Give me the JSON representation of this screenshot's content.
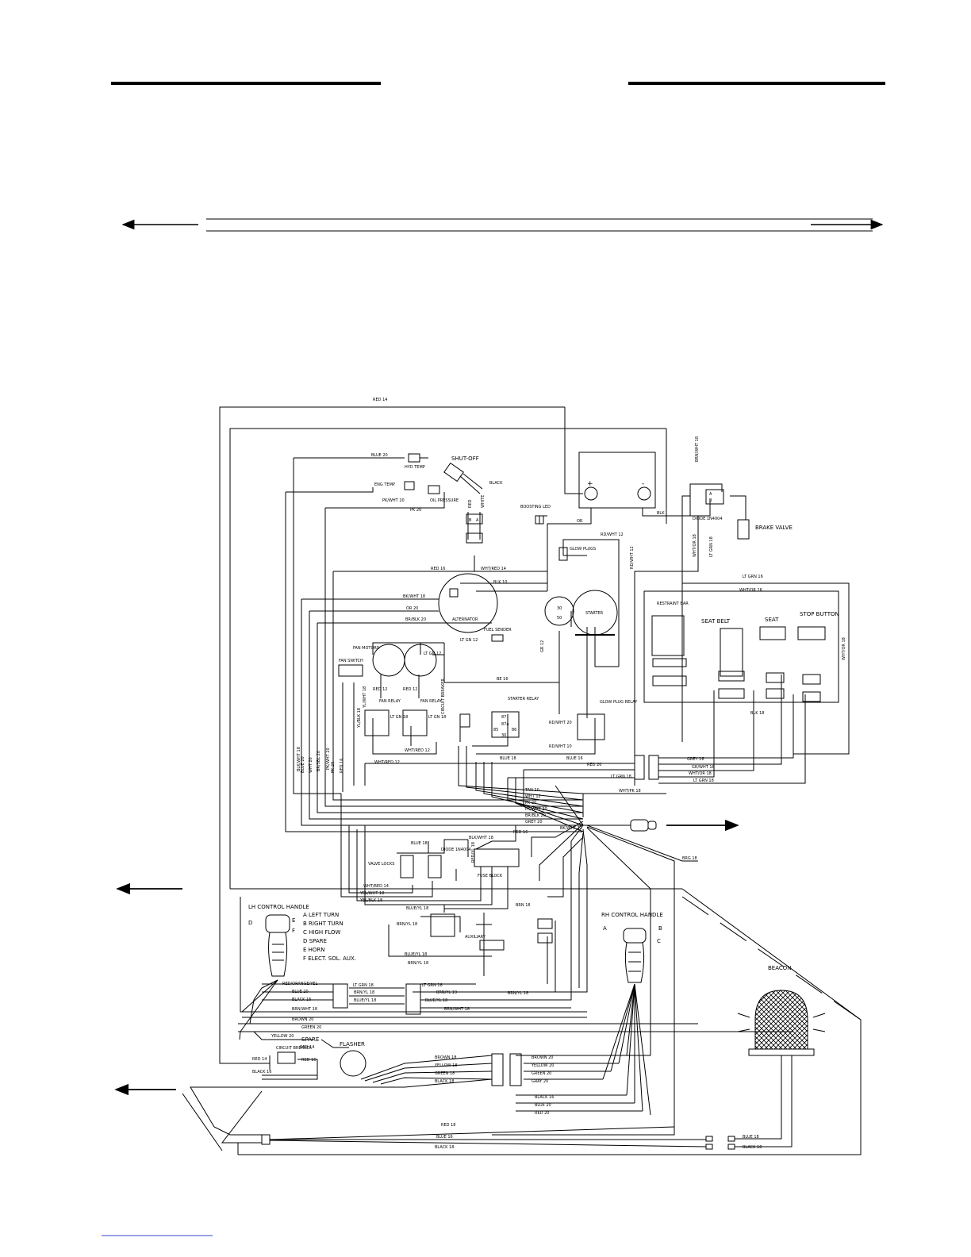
{
  "components": {
    "shutoff": "SHUT-OFF",
    "hyd_temp": "HYD TEMP",
    "eng_temp": "ENG TEMP",
    "oil_pressure": "OIL PRESSURE",
    "boosting_led": "BOOSTING LED",
    "glow_plugs": "GLOW PLUGS",
    "alternator": "ALTERNATOR",
    "fuel_sender": "FUEL SENDER",
    "starter": "STARTER",
    "fan_motors": "FAN MOTORS",
    "fan_switch": "FAN SWITCH",
    "fan_relay_1": "FAN RELAY",
    "fan_relay_2": "FAN RELAY",
    "circuit_breaker": "CIRCUIT BREAKER",
    "starter_relay": "STARTER RELAY",
    "glow_plug_relay": "GLOW PLUG RELAY",
    "restraint_bar": "RESTRAINT BAR",
    "seat_belt": "SEAT BELT",
    "seat": "SEAT",
    "stop_button": "STOP BUTTON",
    "diode": "DIODE 1N4004",
    "brake_valve": "BRAKE VALVE",
    "valve_locks": "VALVE LOCKS",
    "diode_1n4004": "DIODE 1N4004",
    "fuse_block": "FUSE BLOCK",
    "auxiliary": "AUXILIARY",
    "lh_control_handle": "LH CONTROL HANDLE",
    "rh_control_handle": "RH CONTROL HANDLE",
    "spare": "SPARE",
    "flasher": "FLASHER",
    "beacon": "BEACON",
    "spare_breaker": "CIRCUIT BREAKER"
  },
  "lh_handle_legend": [
    "A  LEFT TURN",
    "B  RIGHT TURN",
    "C  HIGH FLOW",
    "D  SPARE",
    "E  HORN",
    "F  ELECT. SOL. AUX."
  ],
  "wires": {
    "red_top": "RED 14",
    "blue_hyd": "BLUE 20",
    "black_shutoff": "BLACK",
    "pk_wht": "PK/WHT 20",
    "pk_20": "PK 20",
    "red_sh": "RED",
    "white_sh": "WHITE",
    "or": "OR",
    "blk": "BLK",
    "brn_wht_top": "BRN/WHT 18",
    "rd_wht_12": "RD/WHT 12",
    "rd_wht_12b": "RD/WHT 12",
    "red_16": "RED 16",
    "wht_red_14": "WHT/RED 14",
    "blk_10": "BLK 10",
    "bk_wht_18": "BK/WHT 18",
    "or_20": "OR 20",
    "br_blk_20": "BR/BLK 20",
    "lt_gn_12a": "LT GN 12",
    "lt_gn_12b": "LT GN 12",
    "wht_or_18": "WHT/OR 18",
    "lt_grn_18_a": "LT GRN 18",
    "lt_grn_16": "LT GRN 16",
    "wht_or_16": "WHT/OR 16",
    "red_12": "RED 12",
    "red_12b": "RED 12",
    "yl_wht_18": "YL/WHT 18",
    "yl_blk_18": "YL/BLK 18",
    "lt_gn_18a": "LT GN 18",
    "lt_gn_18b": "LT GN 18",
    "be_16": "BE 16",
    "gr_12": "GR 12",
    "rd_wht_20": "RD/WHT 20",
    "rd_wht_10": "RD/WHT 10",
    "wht_red_12": "WHT/RED 12",
    "wht_red_12b": "WHT/RED 12",
    "blue_18": "BLUE 18",
    "blue_16": "BLUE 16",
    "red_20": "RED 20",
    "grey_16": "GREY 16",
    "gr_wht_18": "GR/WHT 18",
    "wht_or_18b": "WHT/OR 18",
    "lt_grn_18b": "LT GRN 18",
    "lt_grn_18c": "LT GRN 18",
    "wht_pk_18": "WHT/PK 18",
    "tan_20": "TAN 20",
    "wht_12": "WHT 12",
    "pk_20b": "PK 20",
    "pk_wht_20b": "PK/WHT 20",
    "br_blk_20b": "BR/BLK 20",
    "grey_20": "GREY 20",
    "bk_wht_12": "BK/WHT 12",
    "red_16b": "RED 16",
    "blk_wht_18": "BLK/WHT 18",
    "blk_wht_18v": "BLK/WHT 18",
    "blue_20v": "BLUE 20",
    "wht_20v": "WHT 20",
    "br_sbl_20": "BR/SBL 20",
    "pk_wht_20v": "PK/WHT 20",
    "pk_20v": "PK 20",
    "red_16v": "RED 16",
    "red_yl_18": "RED/YL 18",
    "blue_18b": "BLUE 18",
    "brn_18": "BRN 18",
    "brg_18": "BRG 18",
    "yel_wht_18": "YEL/WHT 18",
    "yel_blk_18": "YEL/BLK 18",
    "blue_yl_18": "BLUE/YL 18",
    "brn_yl_18": "BRN/YL 18",
    "blue_yl_18b": "BLUE/YL 18",
    "brn_yl_18b": "BRN/YL 18",
    "lt_grn_18d": "LT GRN 18",
    "brn_yl_18c": "BRN/YL 18",
    "blue_yl_18c": "BLUE/YL 18",
    "brn_wht_18": "BRN/WHT 18",
    "brn_yl_18d": "BRN/YL 18",
    "brn_yl_19": "BRN/YL 19",
    "red_orange_yel": "RED/ORANGE/YEL",
    "blue_20b": "BLUE 20",
    "black_16": "BLACK 16",
    "brn_wht_18b": "BRN/WHT 18",
    "brown_20": "BROWN 20",
    "green_20": "GREEN 20",
    "yellow_20": "YELLOW 20",
    "red_14b": "RED 14",
    "red_14c": "RED 14",
    "red_16c": "RED 16",
    "black_16b": "BLACK 16",
    "brown_18": "BROWN 18",
    "yellow_18": "YELLOW 18",
    "green_18": "GREEN 18",
    "black_18": "BLACK 18",
    "brown_20r": "BROWN 20",
    "yellow_20r": "YELLOW 20",
    "green_20r": "GREEN 20",
    "gray_20r": "GRAY 20",
    "black_16r": "BLACK 16",
    "blue_20r": "BLUE 20",
    "red_20r": "RED 20",
    "red_18": "RED 18",
    "blue_16b": "BLUE 16",
    "black_18b": "BLACK 18",
    "blue_18c": "BLUE 18",
    "black_18c": "BLACK 18",
    "wht_or_18c": "WHT/OR 18",
    "blk_18": "BLK 18"
  },
  "connector_pins": {
    "ab": [
      "B",
      "A"
    ],
    "abcd": [
      "A",
      "B",
      "C",
      "D"
    ],
    "abc": [
      "A",
      "B",
      "C"
    ]
  },
  "relay_terms": [
    "87",
    "87a",
    "85",
    "86",
    "30"
  ],
  "battery_terms": [
    "+",
    "-"
  ],
  "starter_term": "30",
  "starter_term2": "50",
  "handle_pins_lh": [
    "D",
    "E",
    "F"
  ],
  "handle_pins_rh": [
    "A",
    "B",
    "C"
  ]
}
